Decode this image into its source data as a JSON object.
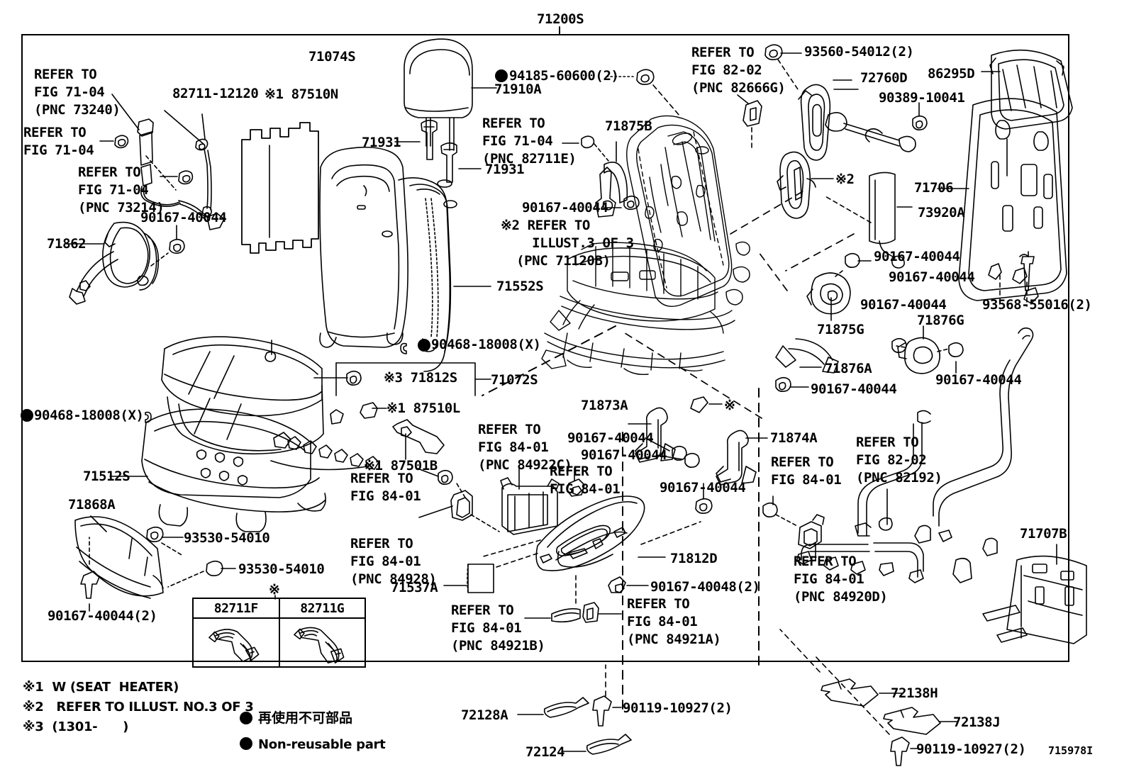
{
  "diagram": {
    "figure_number": "715978I",
    "main_assembly": "71200S"
  },
  "labels": {
    "l_71200S": "71200S",
    "l_71074S": "71074S",
    "l_refer_7104_73240": "REFER TO\nFIG 71-04\n(PNC 73240)",
    "l_refer_7104_a": "REFER TO\nFIG 71-04",
    "l_refer_7104_73214": "REFER TO\nFIG 71-04\n(PNC 73214)",
    "l_82711_12120": "82711-12120",
    "l_87510N": "※1 87510N",
    "l_71931_a": "71931",
    "l_71931_b": "71931",
    "l_94185_60600": "94185-60600(2)",
    "l_71910A": "71910A",
    "l_refer_7104_82711E": "REFER TO\nFIG 71-04\n(PNC 82711E)",
    "l_71875B": "71875B",
    "l_90167_40044_back": "90167-40044",
    "l_illust3of3": "※2 REFER TO\n    ILLUST.3 OF 3\n  (PNC 71120B)",
    "l_refer_8202_82666G": "REFER TO\nFIG 82-02\n(PNC 82666G)",
    "l_93560_54012": "93560-54012(2)",
    "l_72760D": "72760D",
    "l_90389_10041": "90389-10041",
    "l_86295D": "86295D",
    "l_71706": "71706",
    "l_73920A": "73920A",
    "l_star2_mid": "※2",
    "l_90167_40044_r1": "90167-40044",
    "l_90167_40044_r2": "90167-40044",
    "l_90167_40044_r3": "90167-40044",
    "l_93568_55016": "93568-55016(2)",
    "l_71875G": "71875G",
    "l_71876G": "71876G",
    "l_71876A": "71876A",
    "l_90167_40044_r4": "90167-40044",
    "l_90167_40044_r5": "90167-40044",
    "l_90167_40044_r6": "90167-40044",
    "l_71862": "71862",
    "l_90167_40044_left": "90167-40044",
    "l_71552S": "71552S",
    "l_90468_18008_mid": "90468-18008(X)",
    "l_90468_18008_left": "90468-18008(X)",
    "l_71812S": "※3 71812S",
    "l_71072S": "71072S",
    "l_87510L": "※1 87510L",
    "l_87501B": "※1 87501B",
    "l_71512S": "71512S",
    "l_71868A": "71868A",
    "l_93530_54010_a": "93530-54010",
    "l_93530_54010_b": "93530-54010",
    "l_90167_40044_2": "90167-40044(2)",
    "l_refer_8401_a": "REFER TO\nFIG 84-01",
    "l_refer_8401_84928": "REFER TO\nFIG 84-01\n(PNC 84928)",
    "l_refer_8401_84922C": "REFER TO\nFIG 84-01\n(PNC 84922C)",
    "l_refer_8401_b": "REFER TO\nFIG 84-01",
    "l_71873A": "71873A",
    "l_star_mid": "※",
    "l_90167_40044_c1": "90167-40044",
    "l_90167_40044_c2": "90167-40044",
    "l_71874A": "71874A",
    "l_refer_8401_c": "REFER TO\nFIG 84-01",
    "l_refer_8202_82192": "REFER TO\nFIG 82-02\n(PNC 82192)",
    "l_refer_8401_84920D": "REFER TO\nFIG 84-01\n(PNC 84920D)",
    "l_71707B": "71707B",
    "l_90167_40044_sw": "90167-40044",
    "l_71812D": "71812D",
    "l_90167_40048": "90167-40048(2)",
    "l_71537A": "71537A",
    "l_refer_8401_84921B": "REFER TO\nFIG 84-01\n(PNC 84921B)",
    "l_refer_8401_84921A": "REFER TO\nFIG 84-01\n(PNC 84921A)",
    "l_72138H": "72138H",
    "l_72138J": "72138J",
    "l_90119_10927_b": "90119-10927(2)",
    "l_72128A": "72128A",
    "l_72124": "72124",
    "l_90119_10927_a": "90119-10927(2)",
    "l_fig_no": "715978I"
  },
  "variant_table": {
    "star": "※",
    "columns": [
      "82711F",
      "82711G"
    ]
  },
  "footnotes": [
    "※1  W (SEAT  HEATER)",
    "※2   REFER TO ILLUST. NO.3 OF 3",
    "※3  (1301-      )"
  ],
  "legend": {
    "japanese": "再使用不可部品",
    "english": "Non-reusable part"
  }
}
